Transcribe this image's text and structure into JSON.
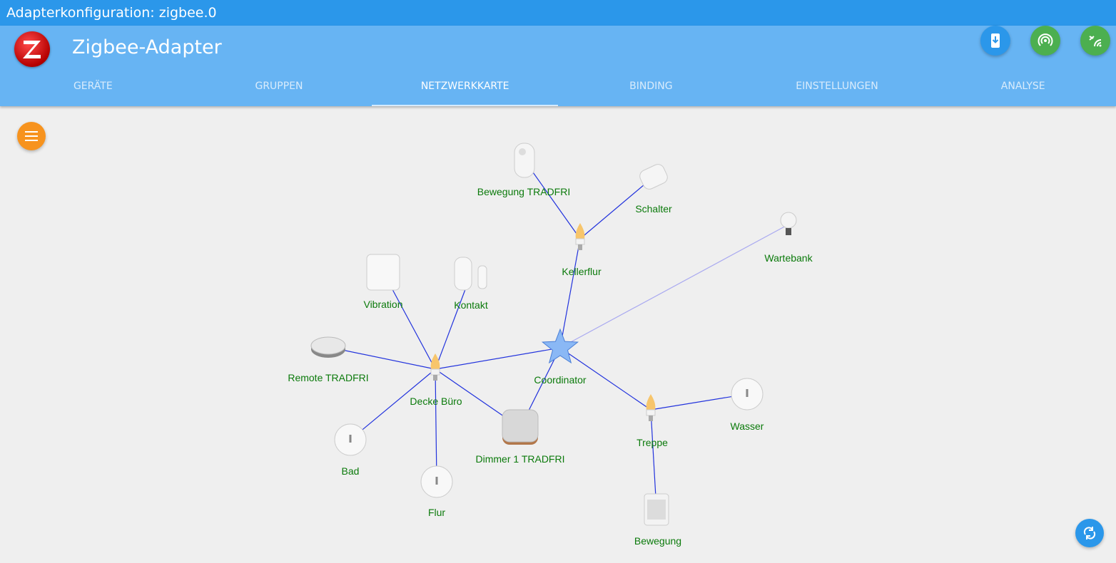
{
  "window_title": "Adapterkonfiguration: zigbee.0",
  "app": {
    "title": "Zigbee-Adapter",
    "logo": "Z"
  },
  "actions": [
    {
      "name": "install-device-icon",
      "color": "#2b97ea"
    },
    {
      "name": "pairing-icon",
      "color": "#4caf50"
    },
    {
      "name": "signal-scan-icon",
      "color": "#4caf50"
    }
  ],
  "tabs": [
    {
      "label": "GERÄTE"
    },
    {
      "label": "GRUPPEN"
    },
    {
      "label": "NETZWERKKARTE",
      "active": true
    },
    {
      "label": "BINDING"
    },
    {
      "label": "EINSTELLUNGEN"
    },
    {
      "label": "ANALYSE"
    }
  ],
  "network": {
    "nodes": [
      {
        "id": "coordinator",
        "label": "Coordinator",
        "type": "coordinator"
      },
      {
        "id": "kellerflur",
        "label": "Kellerflur",
        "type": "bulb"
      },
      {
        "id": "bew_tradfri",
        "label": "Bewegung TRADFRI",
        "type": "motion"
      },
      {
        "id": "schalter",
        "label": "Schalter",
        "type": "switch"
      },
      {
        "id": "wartebank",
        "label": "Wartebank",
        "type": "bulb-white"
      },
      {
        "id": "vibration",
        "label": "Vibration",
        "type": "square"
      },
      {
        "id": "kontakt",
        "label": "Kontakt",
        "type": "contact"
      },
      {
        "id": "remote",
        "label": "Remote TRADFRI",
        "type": "remote"
      },
      {
        "id": "decke",
        "label": "Decke Büro",
        "type": "bulb"
      },
      {
        "id": "bad",
        "label": "Bad",
        "type": "round"
      },
      {
        "id": "flur",
        "label": "Flur",
        "type": "round"
      },
      {
        "id": "dimmer",
        "label": "Dimmer 1 TRADFRI",
        "type": "dimmer"
      },
      {
        "id": "treppe",
        "label": "Treppe",
        "type": "bulb"
      },
      {
        "id": "wasser",
        "label": "Wasser",
        "type": "round"
      },
      {
        "id": "bewegung",
        "label": "Bewegung",
        "type": "cylinder"
      }
    ],
    "edges": [
      [
        "bew_tradfri",
        "kellerflur"
      ],
      [
        "schalter",
        "kellerflur"
      ],
      [
        "kellerflur",
        "coordinator"
      ],
      [
        "wartebank",
        "coordinator",
        "weak"
      ],
      [
        "coordinator",
        "decke"
      ],
      [
        "coordinator",
        "dimmer"
      ],
      [
        "coordinator",
        "treppe"
      ],
      [
        "decke",
        "vibration"
      ],
      [
        "decke",
        "kontakt"
      ],
      [
        "decke",
        "remote"
      ],
      [
        "decke",
        "bad"
      ],
      [
        "decke",
        "flur"
      ],
      [
        "decke",
        "dimmer"
      ],
      [
        "treppe",
        "wasser"
      ],
      [
        "treppe",
        "bewegung"
      ]
    ],
    "colors": {
      "link": "#2233dd",
      "weak_link": "#a9a9f0",
      "label": "#0b7a0b",
      "star": "#8ab8f5"
    }
  }
}
